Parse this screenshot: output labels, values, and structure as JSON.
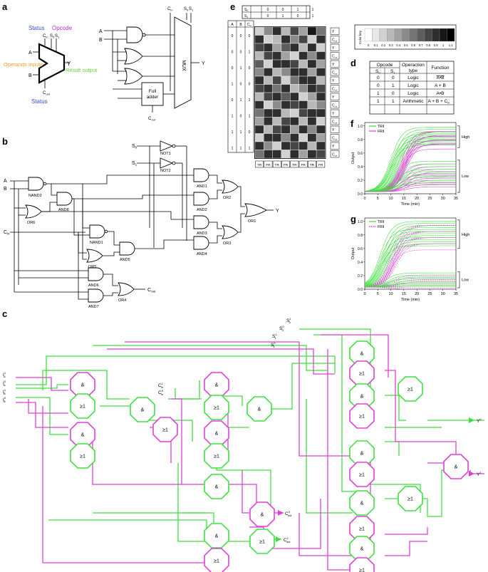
{
  "panels": {
    "a": "a",
    "b": "b",
    "c": "c",
    "d": "d",
    "e": "e",
    "f": "f",
    "g": "g"
  },
  "panel_a": {
    "status_top": "Status",
    "opcode": "Opcode",
    "cin": "C",
    "cin_sub": "in",
    "s0": "S",
    "s0_sub": "0",
    "s1": "S",
    "s1_sub": "1",
    "a": "A",
    "b": "B",
    "y": "Y",
    "operands": "Operands inputs",
    "result": "Result output",
    "cout": "C",
    "cout_sub": "out",
    "status_bottom": "Status",
    "mux": "MUX",
    "full_adder_1": "Full",
    "full_adder_2": "adder",
    "colors": {
      "status": "#3a4fe0",
      "opcode": "#b52fd8",
      "operands": "#f0a020",
      "result": "#5fd83a"
    }
  },
  "panel_b": {
    "s0": "S",
    "s0_sub": "0",
    "s1": "S",
    "s1_sub": "1",
    "a": "A",
    "b": "B",
    "cin": "C",
    "cin_sub": "in",
    "y": "Y",
    "cout": "C",
    "cout_sub": "out",
    "gates": [
      "NOT1",
      "NOT2",
      "NAND2",
      "AND8",
      "OR6",
      "NAND1",
      "AND5",
      "OR5",
      "AND6",
      "OR4",
      "AND7",
      "AND1",
      "AND2",
      "AND3",
      "AND4",
      "OR2",
      "OR3",
      "OR1"
    ]
  },
  "panel_c": {
    "inputs_left": [
      "I",
      "I",
      "I",
      "I"
    ],
    "inputs_left_sub": [
      "A",
      "A",
      "B",
      "B"
    ],
    "inputs_left_sup": [
      "1",
      "0",
      "1",
      "0"
    ],
    "cin": [
      "C",
      "C"
    ],
    "cin_sub": [
      "in",
      "in"
    ],
    "cin_sup": [
      "1",
      "0"
    ],
    "s_inputs": [
      "S",
      "S",
      "S",
      "S"
    ],
    "s_sub": [
      "0",
      "0",
      "1",
      "1"
    ],
    "s_sup": [
      "1",
      "0",
      "1",
      "0"
    ],
    "and_label": "&",
    "or_label": "≥1",
    "y0": "Y",
    "y0_sup": "0",
    "y1": "Y",
    "y1_sup": "1",
    "cout0": "C",
    "cout0_sub": "out",
    "cout0_sup": "0",
    "cout1": "C",
    "cout1_sub": "out",
    "cout1_sup": "1"
  },
  "panel_d": {
    "opcode_header": "Opcode",
    "optype_header_1": "Operaction",
    "optype_header_2": "type",
    "function_header": "Function",
    "s0": "S",
    "s0_sub": "0",
    "s1": "S",
    "s1_sub": "1",
    "rows": [
      {
        "s0": "0",
        "s1": "0",
        "type": "Logic",
        "fn": "A•B"
      },
      {
        "s0": "0",
        "s1": "1",
        "type": "Logic",
        "fn": "A + B"
      },
      {
        "s0": "1",
        "s1": "0",
        "type": "Logic",
        "fn": "A•B"
      },
      {
        "s0": "1",
        "s1": "1",
        "type": "Arithmetic",
        "fn": "A + B + C"
      }
    ],
    "fn_last_sub": "in"
  },
  "panel_e": {
    "s0_label": "S",
    "s0_sub": "0",
    "s1_label": "S",
    "s1_sub": "1",
    "s0_values": [
      "0",
      "0",
      "1",
      "1"
    ],
    "s1_values": [
      "0",
      "1",
      "0",
      "1"
    ],
    "col_a": "A",
    "col_b": "B",
    "col_cin": "C",
    "col_cin_sub": "in",
    "input_rows": [
      [
        "0",
        "0",
        "0"
      ],
      [
        "0",
        "0",
        "1"
      ],
      [
        "0",
        "1",
        "0"
      ],
      [
        "1",
        "0",
        "0"
      ],
      [
        "0",
        "1",
        "1"
      ],
      [
        "1",
        "0",
        "1"
      ],
      [
        "1",
        "1",
        "0"
      ],
      [
        "1",
        "1",
        "1"
      ]
    ],
    "right_labels": [
      "Y",
      "C",
      "Y",
      "C",
      "Y",
      "C",
      "Y",
      "C",
      "Y",
      "C",
      "Y",
      "C",
      "Y",
      "C",
      "Y",
      "C"
    ],
    "right_subs": [
      "",
      "out",
      "",
      "out",
      "",
      "out",
      "",
      "out",
      "",
      "out",
      "",
      "out",
      "",
      "out",
      "",
      "out"
    ],
    "bottom_labels": [
      "TR",
      "FR",
      "TR",
      "FR",
      "TR",
      "FR",
      "TR",
      "FR"
    ],
    "color_key_label": "Color key",
    "color_key_ticks": [
      "0",
      "0.1",
      "0.2",
      "0.3",
      "0.4",
      "0.5",
      "0.6",
      "0.7",
      "0.8",
      "0.9",
      "1",
      "1.1"
    ],
    "heatmap": [
      [
        0.2,
        0.5,
        0.9,
        0.3,
        0.8,
        0.4,
        1.0,
        0.6
      ],
      [
        0.9,
        0.2,
        0.3,
        0.9,
        0.5,
        0.8,
        0.2,
        0.9
      ],
      [
        0.8,
        0.9,
        0.4,
        0.7,
        0.9,
        0.3,
        0.9,
        0.2
      ],
      [
        0.3,
        0.8,
        0.9,
        0.4,
        0.2,
        0.9,
        0.5,
        0.9
      ],
      [
        0.7,
        0.2,
        0.9,
        0.9,
        0.8,
        0.3,
        0.9,
        0.4
      ],
      [
        0.5,
        0.9,
        0.3,
        0.5,
        0.9,
        0.9,
        0.4,
        0.9
      ],
      [
        0.9,
        0.3,
        0.8,
        0.2,
        0.6,
        0.9,
        0.9,
        0.3
      ],
      [
        0.8,
        0.9,
        0.6,
        0.9,
        0.3,
        0.5,
        0.9,
        0.8
      ],
      [
        0.3,
        0.8,
        0.9,
        0.7,
        0.9,
        0.2,
        0.4,
        0.9
      ],
      [
        0.9,
        0.2,
        0.5,
        0.9,
        0.8,
        0.9,
        0.3,
        0.5
      ],
      [
        0.6,
        0.9,
        0.9,
        0.3,
        0.2,
        0.8,
        0.9,
        0.9
      ],
      [
        0.4,
        0.9,
        0.3,
        0.8,
        0.9,
        0.3,
        0.9,
        0.2
      ],
      [
        0.9,
        0.3,
        0.8,
        0.9,
        0.4,
        0.9,
        0.5,
        0.9
      ],
      [
        0.2,
        0.9,
        0.9,
        0.5,
        0.9,
        0.2,
        0.9,
        0.4
      ],
      [
        0.9,
        0.5,
        0.2,
        0.9,
        0.8,
        0.9,
        0.3,
        0.9
      ],
      [
        0.6,
        0.9,
        0.9,
        0.2,
        0.9,
        0.4,
        0.9,
        0.8
      ]
    ]
  },
  "chart_data": [
    {
      "panel": "f",
      "type": "line",
      "ylabel": "Output",
      "xlabel": "Time (min)",
      "xlim": [
        0,
        35
      ],
      "ylim": [
        0,
        1.05
      ],
      "xticks": [
        "0",
        "5",
        "10",
        "15",
        "20",
        "25",
        "30",
        "35"
      ],
      "yticks": [
        "0.0",
        "0.2",
        "0.4",
        "0.6",
        "0.8",
        "1.0"
      ],
      "legend": [
        "TRII",
        "FRII"
      ],
      "series_colors": [
        "#3fe03f",
        "#e03fd8"
      ],
      "annotations": [
        "High",
        "Low"
      ],
      "high_levels": [
        0.98,
        0.95,
        0.92,
        0.9,
        0.88,
        0.86,
        0.84,
        0.82,
        0.8,
        0.78,
        0.76,
        0.74,
        0.72
      ],
      "low_levels": [
        0.48,
        0.44,
        0.4,
        0.36,
        0.33,
        0.3,
        0.27,
        0.24,
        0.2,
        0.17,
        0.14
      ],
      "midpoint_min": [
        10,
        14
      ]
    },
    {
      "panel": "g",
      "type": "line",
      "ylabel": "Output",
      "xlabel": "Time (min)",
      "xlim": [
        0,
        35
      ],
      "ylim": [
        0,
        1.05
      ],
      "xticks": [
        "0",
        "5",
        "10",
        "15",
        "20",
        "25",
        "30",
        "35"
      ],
      "yticks": [
        "0.0",
        "0.2",
        "0.4",
        "0.6",
        "0.8",
        "1.0"
      ],
      "legend": [
        "TRII",
        "FRII"
      ],
      "series_colors": [
        "#3fe03f",
        "#e03fd8"
      ],
      "annotations": [
        "High",
        "Low"
      ],
      "high_levels": [
        1.0,
        0.97,
        0.94,
        0.91,
        0.88,
        0.85,
        0.82,
        0.79,
        0.76,
        0.73,
        0.7,
        0.67,
        0.64
      ],
      "low_levels": [
        0.24,
        0.21,
        0.18,
        0.15,
        0.12,
        0.1,
        0.08,
        0.06,
        0.04
      ],
      "midpoint_min": [
        6,
        10
      ]
    }
  ]
}
